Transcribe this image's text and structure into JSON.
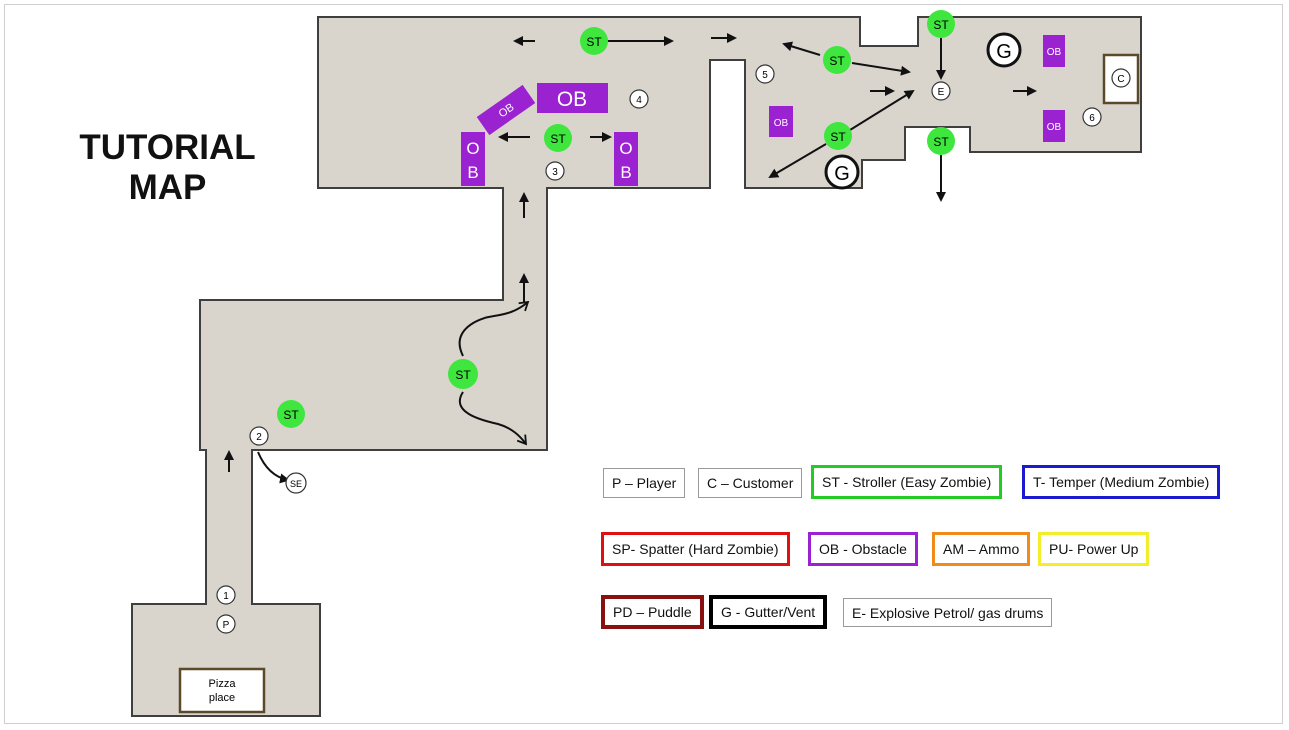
{
  "title_line1": "TUTORIAL",
  "title_line2": "MAP",
  "start_building": {
    "label_line1": "Pizza",
    "label_line2": "place"
  },
  "circle_labels": [
    "1",
    "P",
    "2",
    "SE",
    "3",
    "4",
    "5",
    "E",
    "6",
    "C"
  ],
  "stroller_label": "ST",
  "obstacle_labels": {
    "small": "OB",
    "large": "OB",
    "vertical_top": "O",
    "vertical_bottom": "B"
  },
  "gutter_label": "G",
  "legend": [
    {
      "text": "P – Player",
      "border": "#9a9a9a"
    },
    {
      "text": "C – Customer",
      "border": "#9a9a9a"
    },
    {
      "text": "ST - Stroller (Easy Zombie)",
      "border": "#22cc22"
    },
    {
      "text": "T- Temper (Medium Zombie)",
      "border": "#1a1ad0"
    },
    {
      "text": "SP- Spatter (Hard Zombie)",
      "border": "#e01010"
    },
    {
      "text": "OB -  Obstacle",
      "border": "#9a22d0"
    },
    {
      "text": "AM – Ammo",
      "border": "#f08a1a"
    },
    {
      "text": "PU- Power Up",
      "border": "#f2ee2a"
    },
    {
      "text": "PD – Puddle",
      "border": "#8a1010"
    },
    {
      "text": "G - Gutter/Vent",
      "border": "#000000"
    },
    {
      "text": "E- Explosive Petrol/ gas drums",
      "border": "#9a9a9a"
    }
  ],
  "colors": {
    "floor": "#d9d5cd",
    "wall": "#3f3f3f",
    "stroller": "#3ee63e",
    "obstacle": "#9a22d0"
  }
}
